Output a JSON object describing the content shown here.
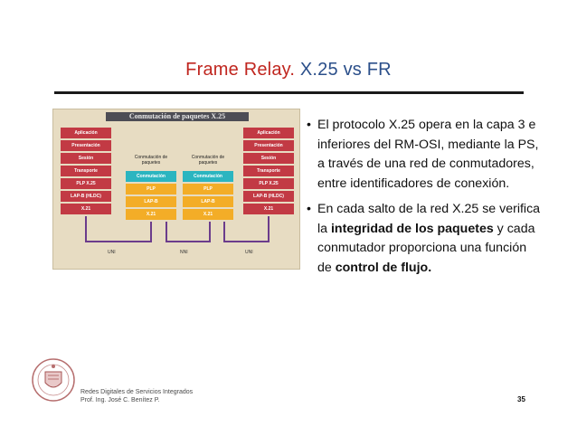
{
  "slide": {
    "title_part1": "Frame Relay.",
    "title_part2": "X.25 vs FR",
    "page_number": "35"
  },
  "diagram": {
    "header": "Conmutación de paquetes X.25",
    "end_layers": [
      "Aplicación",
      "Presentación",
      "Sesión",
      "Transporte",
      "PLP X.25",
      "LAP-B (HLDC)",
      "X.21"
    ],
    "switch_label": "Conmutación de paquetes",
    "switch_layers": [
      "Conmutación",
      "PLP",
      "LAP-B",
      "X.21"
    ],
    "interfaces": [
      "UNI",
      "NNI",
      "UNI"
    ],
    "colors": {
      "end_stack": "#c23a44",
      "switch_header": "#2bb5c0",
      "switch_stack": "#f3ad27",
      "link": "#6b3c8c"
    }
  },
  "bullets": [
    {
      "text": "El protocolo X.25 opera en la capa 3 e inferiores del RM-OSI, mediante la PS, a través de una red de conmutadores, entre identificadores de conexión."
    },
    {
      "pre": "En cada salto de la red X.25 se verifica la ",
      "bold1": "integridad de los paquetes",
      "mid": " y cada conmutador proporciona una función de ",
      "bold2": "control de flujo."
    }
  ],
  "footer": {
    "line1": "Redes Digitales de Servicios Integrados",
    "line2": "Prof. Ing. José C. Benítez P."
  }
}
